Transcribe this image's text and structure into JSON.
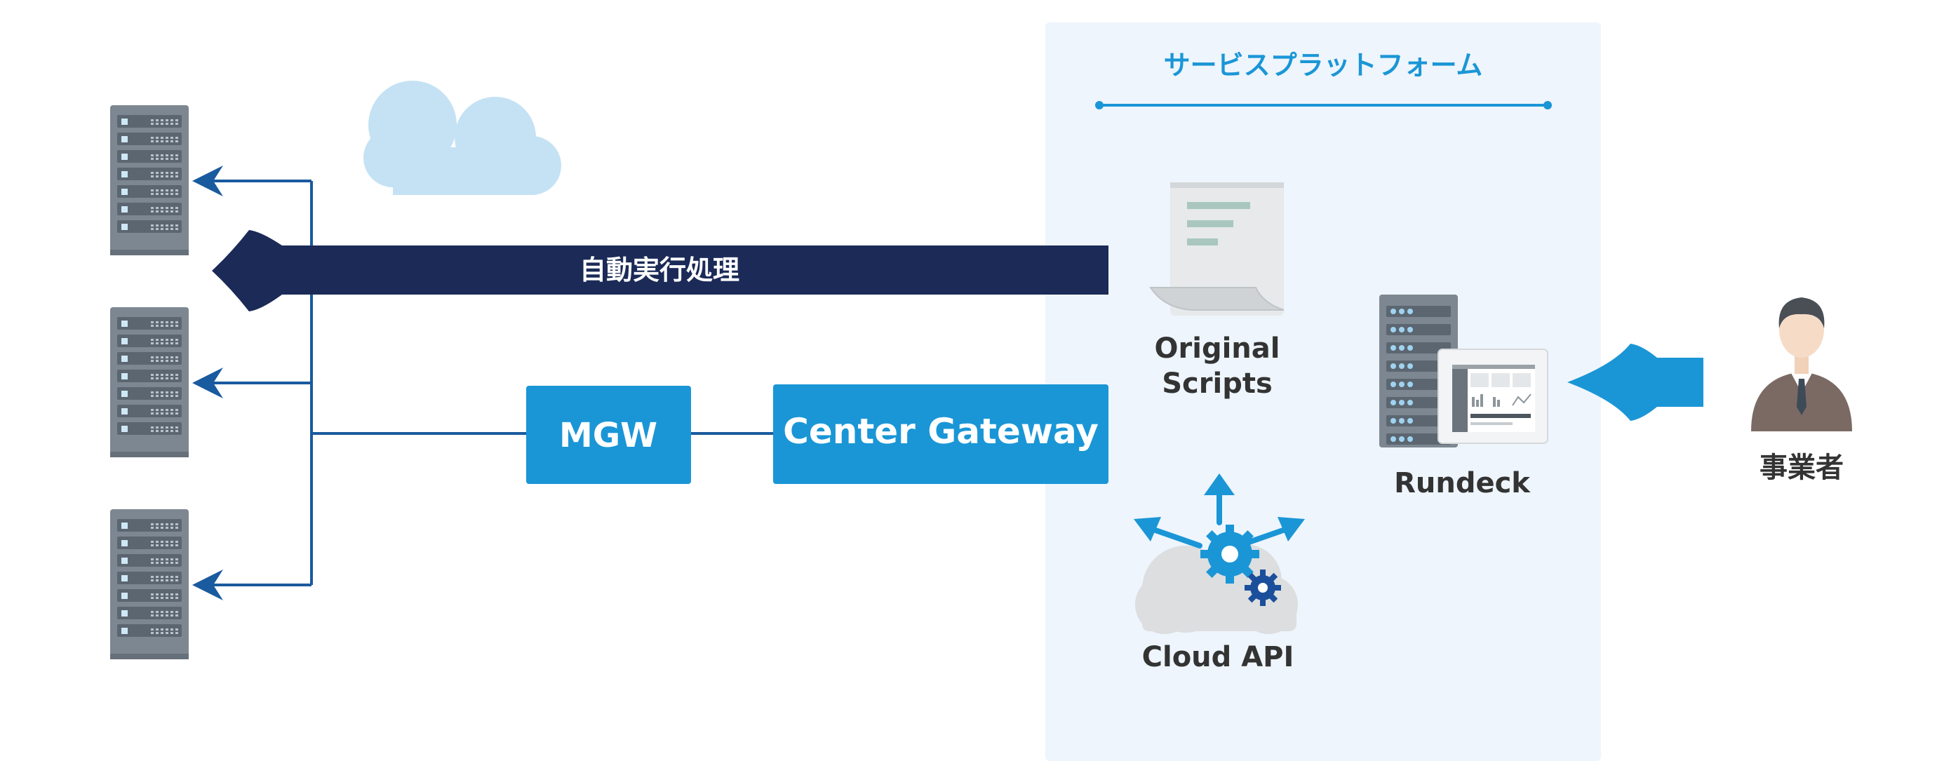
{
  "platform": {
    "title": "サービスプラットフォーム"
  },
  "flow": {
    "auto_exec_label": "自動実行処理"
  },
  "gateways": {
    "mgw_label": "MGW",
    "center_label": "Center Gateway"
  },
  "components": {
    "scripts_label_line1": "Original",
    "scripts_label_line2": "Scripts",
    "cloud_api_label": "Cloud API",
    "rundeck_label": "Rundeck",
    "operator_label": "事業者"
  },
  "colors": {
    "platform_bg": "#eef5fc",
    "accent_blue": "#1a96d6",
    "navy": "#1b2a57",
    "line_blue": "#1a5a9e",
    "server_gray": "#7d8791",
    "cloud_light": "#c5e2f4"
  },
  "icons": [
    "server-icon",
    "cloud-icon",
    "document-icon",
    "cloud-api-icon",
    "rundeck-icon",
    "person-icon"
  ]
}
